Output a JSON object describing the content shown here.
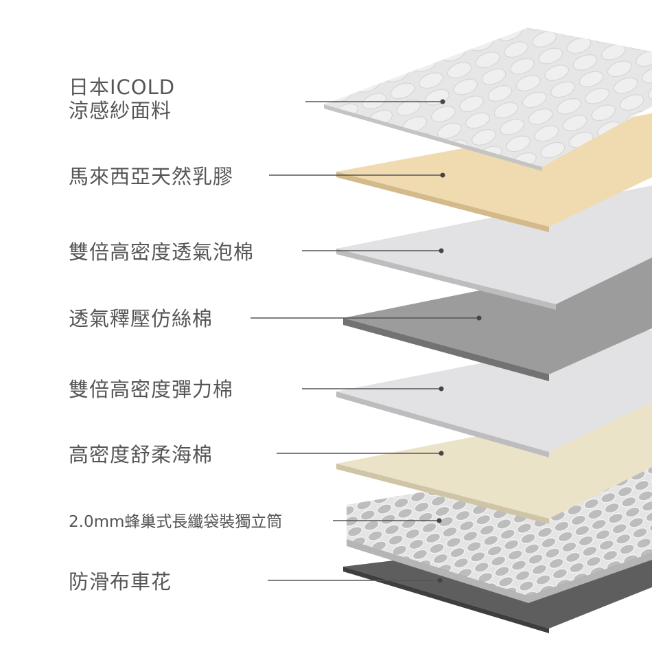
{
  "layers": [
    {
      "label_line1": "日本ICOLD",
      "label_line2": "涼感紗面料",
      "color": "#e8e8e8"
    },
    {
      "label": "馬來西亞天然乳膠",
      "color": "#f0dab0"
    },
    {
      "label": "雙倍高密度透氣泡棉",
      "color": "#e2e2e4"
    },
    {
      "label": "透氣釋壓仿絲棉",
      "color": "#9c9c9c"
    },
    {
      "label": "雙倍高密度彈力棉",
      "color": "#e2e2e4"
    },
    {
      "label": "高密度舒柔海棉",
      "color": "#ebe3c8"
    },
    {
      "label": "2.0mm蜂巢式長纖袋裝獨立筒",
      "color": "#c8c8c8"
    },
    {
      "label": "防滑布車花",
      "color": "#5e5e5e"
    }
  ]
}
